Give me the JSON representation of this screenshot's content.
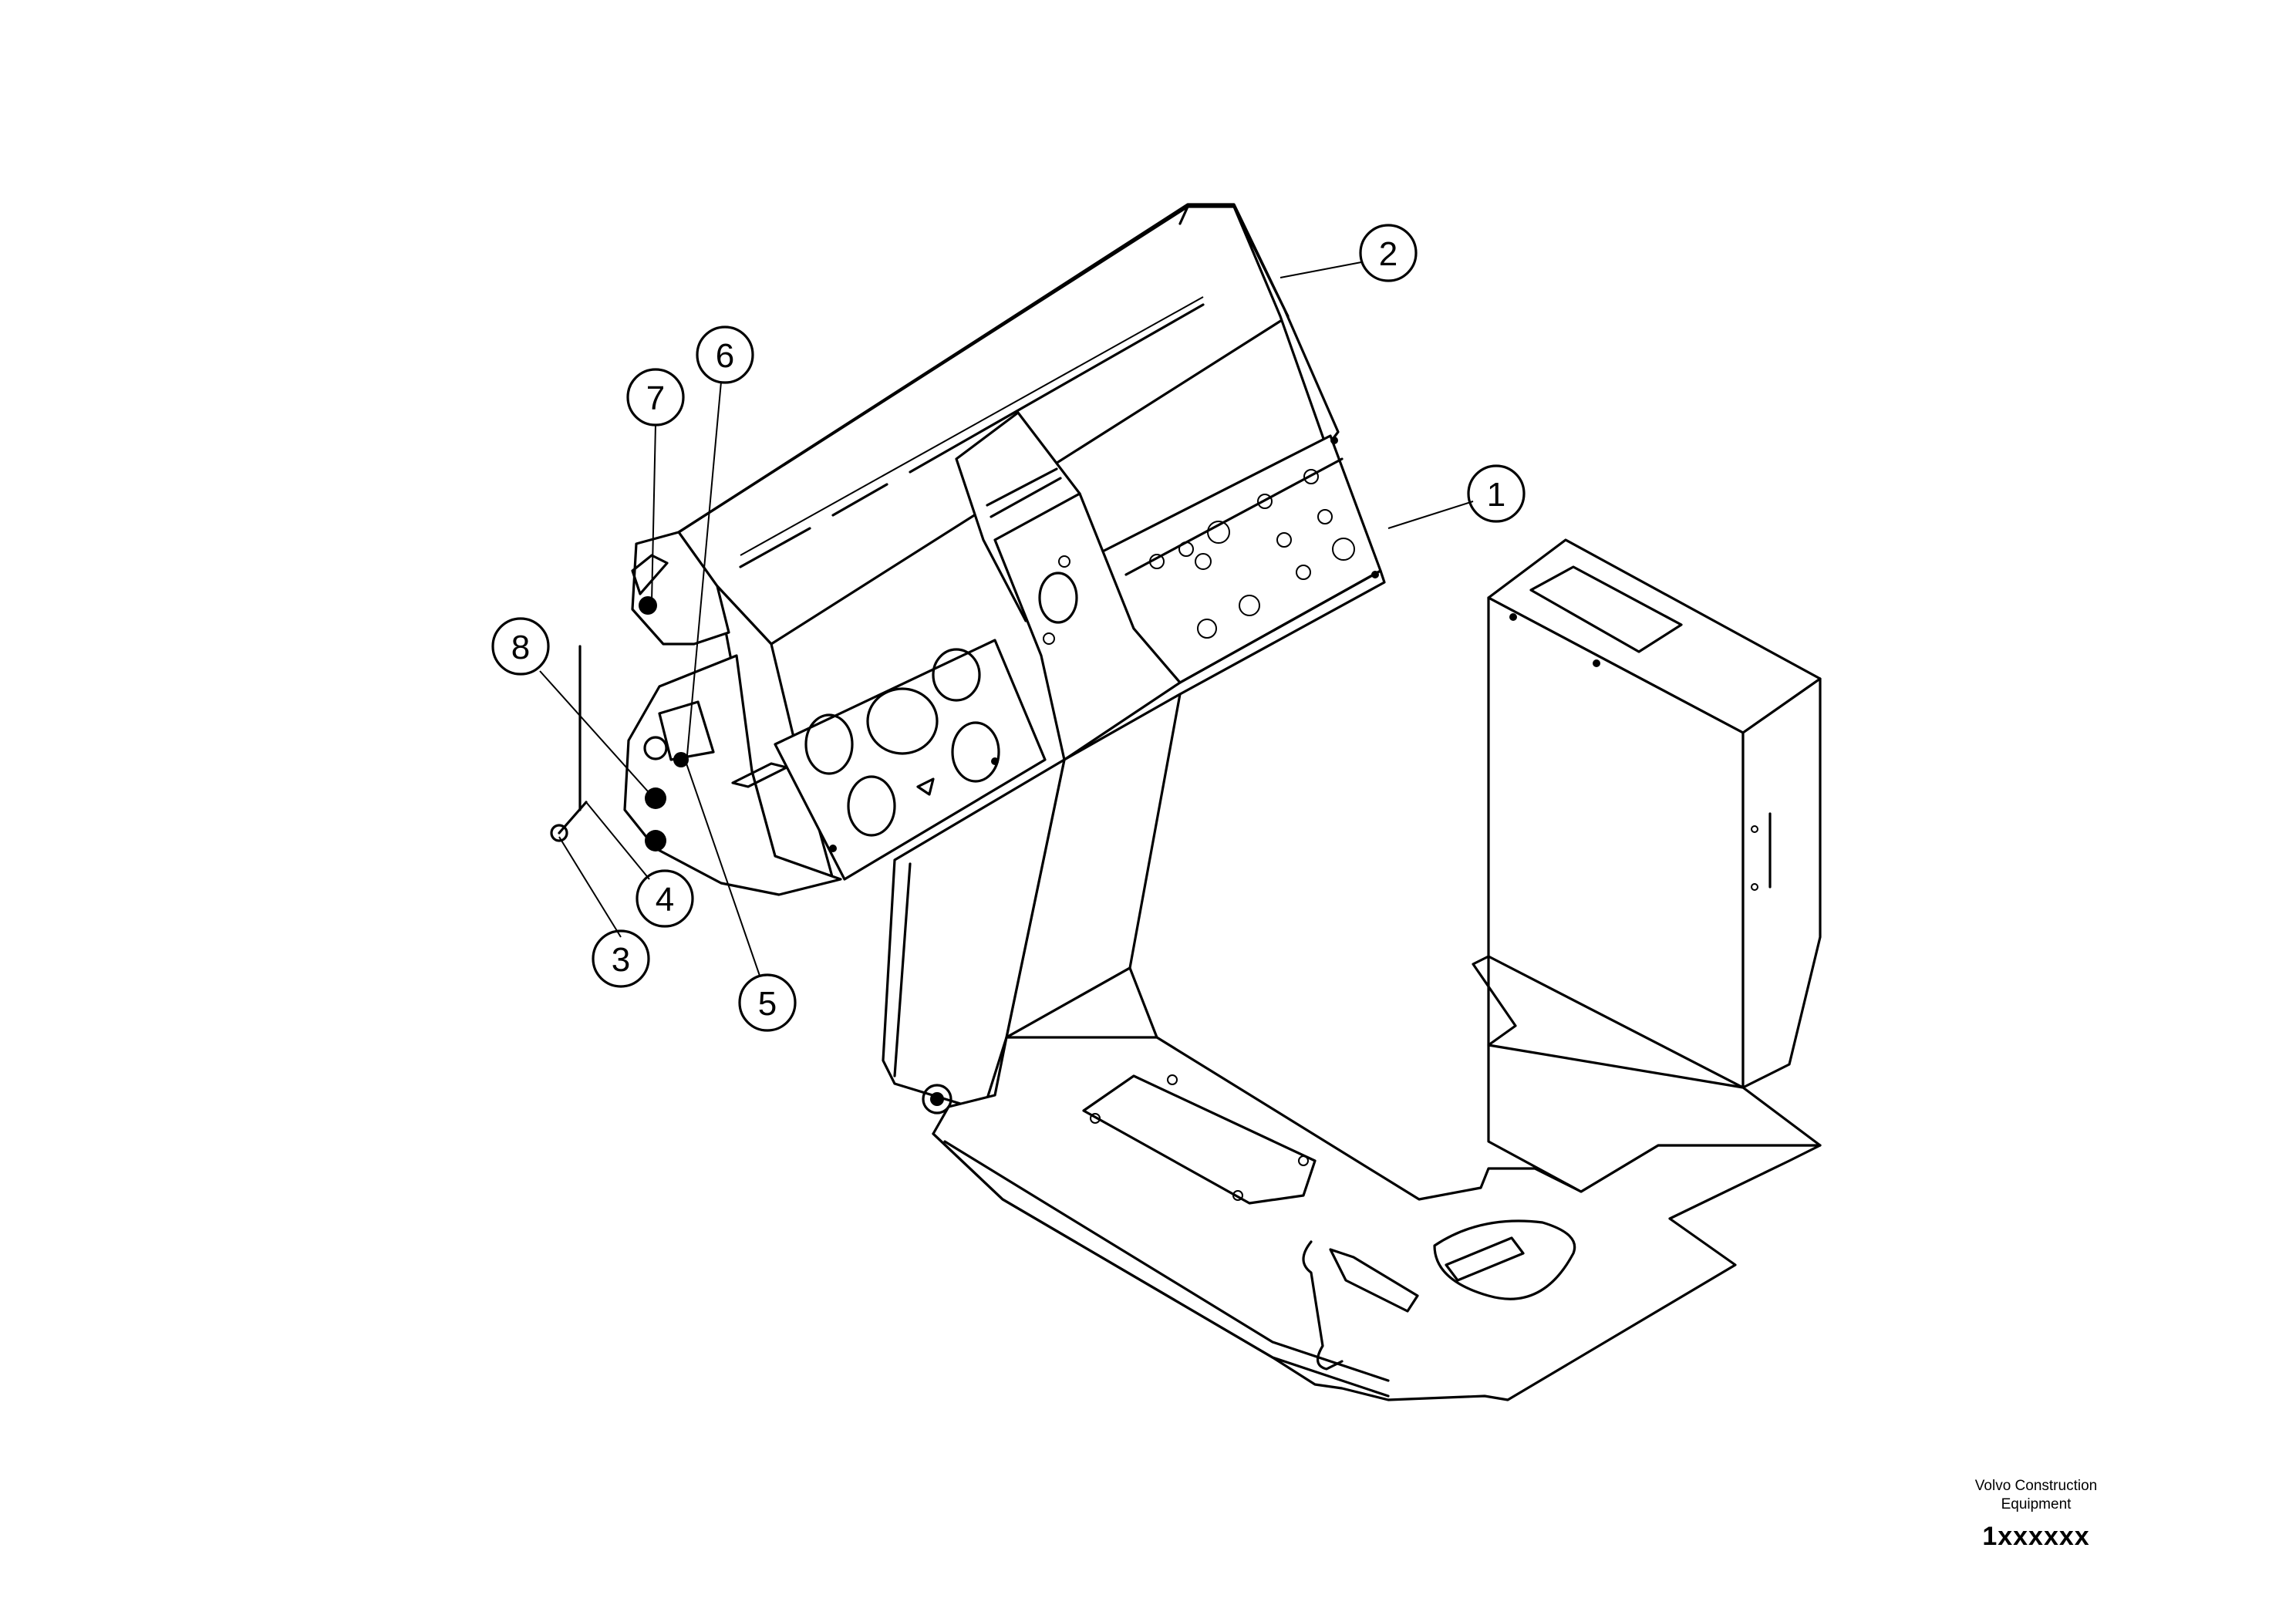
{
  "callouts": [
    "1",
    "2",
    "3",
    "4",
    "5",
    "6",
    "7",
    "8"
  ],
  "title_block": {
    "company_line1": "Volvo Construction",
    "company_line2": "Equipment",
    "drawing_number": "1xxxxxx"
  }
}
